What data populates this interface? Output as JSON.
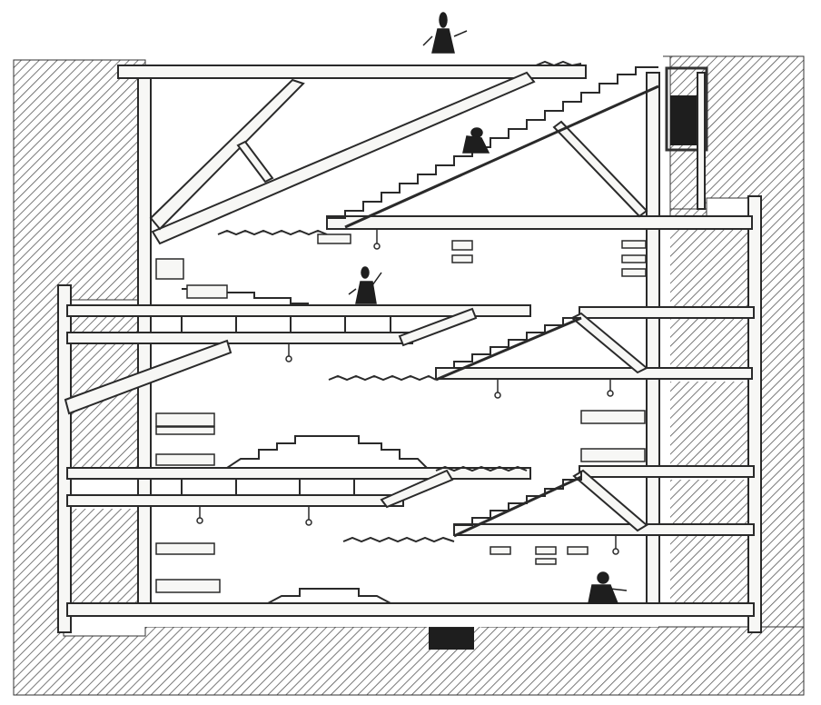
{
  "diagram": {
    "title": "",
    "caption": "",
    "colors": {
      "ink": "#2a2a2a",
      "paper": "#ffffff",
      "timber": "#f7f7f5",
      "earth_hatch": "#555555",
      "fill_dark": "#1e1e1e"
    },
    "icons": [
      "person-figure-icon",
      "hatched-earth",
      "ladder-stair",
      "timber-beam",
      "post"
    ]
  }
}
